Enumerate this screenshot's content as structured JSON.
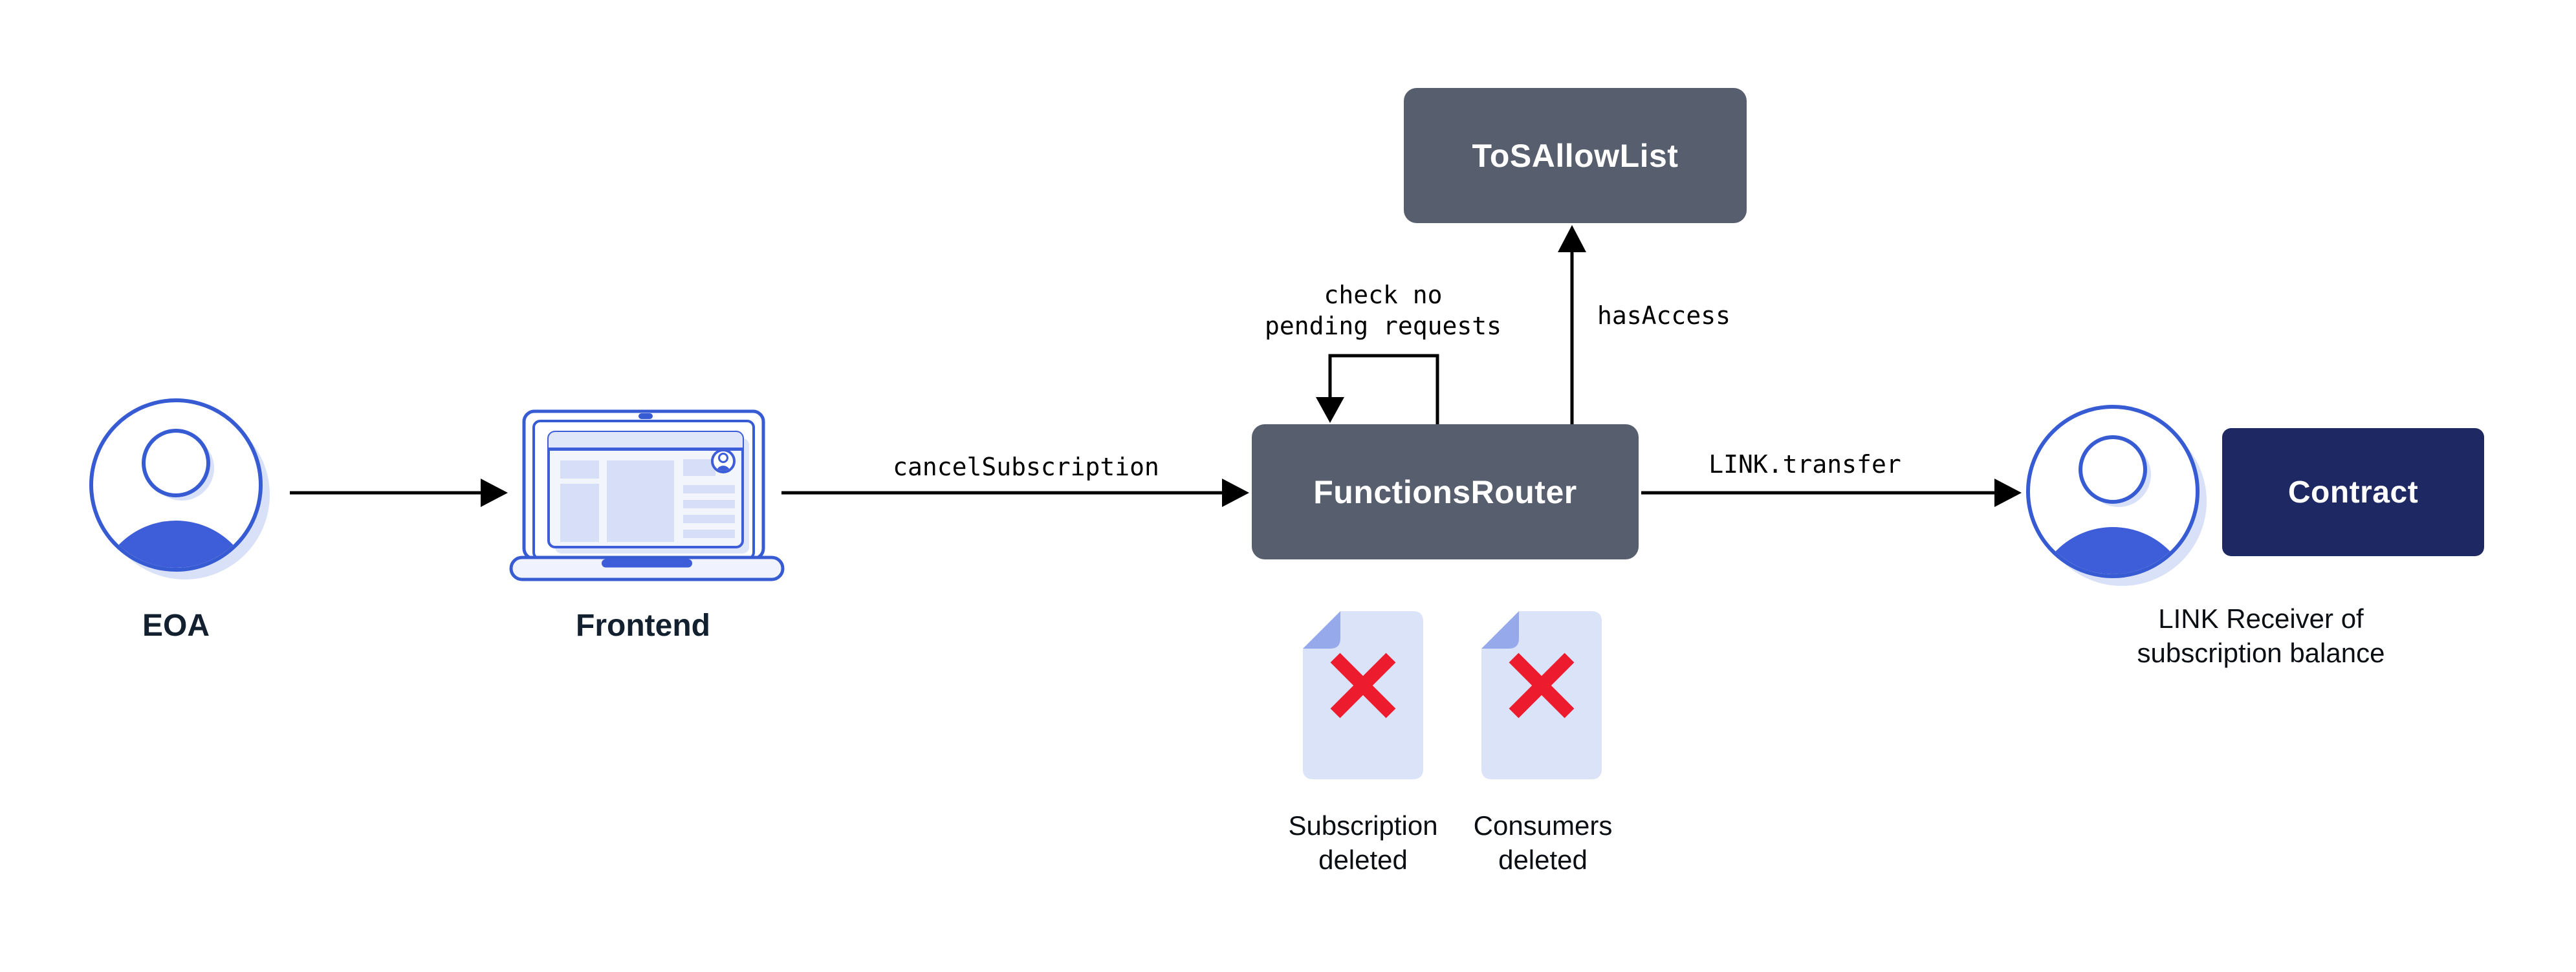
{
  "diagram": {
    "background": "#ffffff",
    "colors": {
      "chainlink_blue": "#375BD2",
      "person_fill_blue": "#3E5DD8",
      "shadow_lavender": "#D9E1F8",
      "slate_box": "#575E6D",
      "navy_box": "#1E2963",
      "doc_body": "#DBE3F8",
      "doc_fold": "#96A9EB",
      "red_x": "#EC1B2E",
      "edge_black": "#000000",
      "node_label_color": "#13202F",
      "box_text_color": "#FFFFFF"
    },
    "nodes": {
      "eoa": {
        "label": "EOA",
        "icon": "person-icon"
      },
      "frontend": {
        "label": "Frontend",
        "icon": "laptop-icon"
      },
      "functions_router": {
        "label": "FunctionsRouter"
      },
      "tos_allow_list": {
        "label": "ToSAllowList"
      },
      "contract": {
        "label": "Contract"
      },
      "link_receiver": {
        "icon": "person-icon",
        "caption_line1": "LINK Receiver of",
        "caption_line2": "subscription balance"
      },
      "subscription_deleted": {
        "icon": "document-x-icon",
        "caption_line1": "Subscription",
        "caption_line2": "deleted"
      },
      "consumers_deleted": {
        "icon": "document-x-icon",
        "caption_line1": "Consumers",
        "caption_line2": "deleted"
      }
    },
    "edges": {
      "frontend_to_router_label": "cancelSubscription",
      "router_self_loop_line1": "check no",
      "router_self_loop_line2": "pending requests",
      "router_to_tos_label": "hasAccess",
      "router_to_receiver_label": "LINK.transfer"
    }
  }
}
